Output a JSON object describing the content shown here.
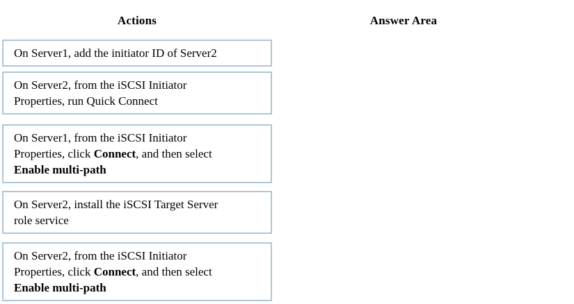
{
  "headings": {
    "actions": "Actions",
    "answer_area": "Answer Area"
  },
  "colors": {
    "box_border": "#aec6d5",
    "text": "#000000",
    "background": "#ffffff"
  },
  "actions": [
    {
      "lines": [
        [
          {
            "text": "On Server1, add the initiator ID of Server2",
            "bold": false
          }
        ]
      ]
    },
    {
      "lines": [
        [
          {
            "text": "On Server2, from the iSCSI Initiator",
            "bold": false
          }
        ],
        [
          {
            "text": "Properties, run Quick Connect",
            "bold": false
          }
        ]
      ]
    },
    {
      "lines": [
        [
          {
            "text": "On Server1, from the iSCSI Initiator",
            "bold": false
          }
        ],
        [
          {
            "text": "Properties, click ",
            "bold": false
          },
          {
            "text": "Connect",
            "bold": true
          },
          {
            "text": ", and then select",
            "bold": false
          }
        ],
        [
          {
            "text": "Enable multi-path",
            "bold": true
          }
        ]
      ]
    },
    {
      "lines": [
        [
          {
            "text": "On Server2, install the iSCSI Target Server",
            "bold": false
          }
        ],
        [
          {
            "text": "role service",
            "bold": false
          }
        ]
      ]
    },
    {
      "lines": [
        [
          {
            "text": "On Server2, from the iSCSI Initiator",
            "bold": false
          }
        ],
        [
          {
            "text": "Properties, click ",
            "bold": false
          },
          {
            "text": "Connect",
            "bold": true
          },
          {
            "text": ", and then select",
            "bold": false
          }
        ],
        [
          {
            "text": "Enable multi-path",
            "bold": true
          }
        ]
      ]
    }
  ]
}
